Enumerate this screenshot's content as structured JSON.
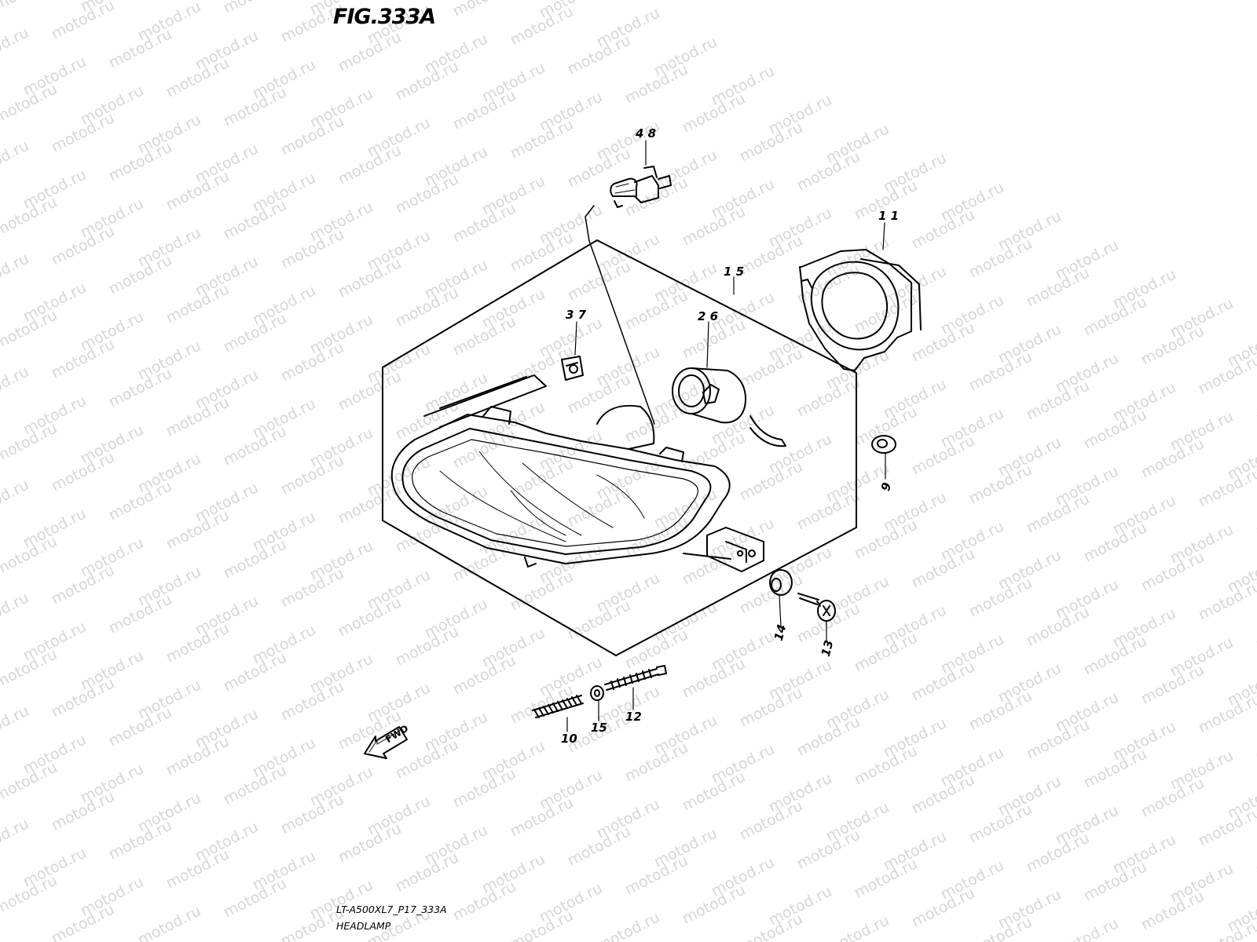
{
  "figure": {
    "title": "FIG.333A",
    "model_code": "LT-A500XL7_P17_333A",
    "part_name": "HEADLAMP"
  },
  "watermark": {
    "text": "motod.ru",
    "color": "#d6d6d6"
  },
  "direction_arrow": {
    "label": "FWD",
    "icon": "forward-arrow-icon"
  },
  "callouts": {
    "c48": "4 8",
    "c11": "1 1",
    "c15": "1 5",
    "c37": "3 7",
    "c26": "2 6",
    "c9": "9",
    "c14": "14",
    "c13": "13",
    "c10": "10",
    "c15b": "15",
    "c12": "12"
  },
  "parts": [
    {
      "ref": "1 5",
      "name": "headlamp-assembly"
    },
    {
      "ref": "2 6",
      "name": "bulb-socket"
    },
    {
      "ref": "3 7",
      "name": "clip-nut"
    },
    {
      "ref": "4 8",
      "name": "headlamp-bulb"
    },
    {
      "ref": "9",
      "name": "grommet"
    },
    {
      "ref": "10",
      "name": "spring"
    },
    {
      "ref": "1 1",
      "name": "socket-cover"
    },
    {
      "ref": "12",
      "name": "adjusting-screw"
    },
    {
      "ref": "13",
      "name": "screw"
    },
    {
      "ref": "14",
      "name": "cushion"
    },
    {
      "ref": "15",
      "name": "washer"
    }
  ]
}
